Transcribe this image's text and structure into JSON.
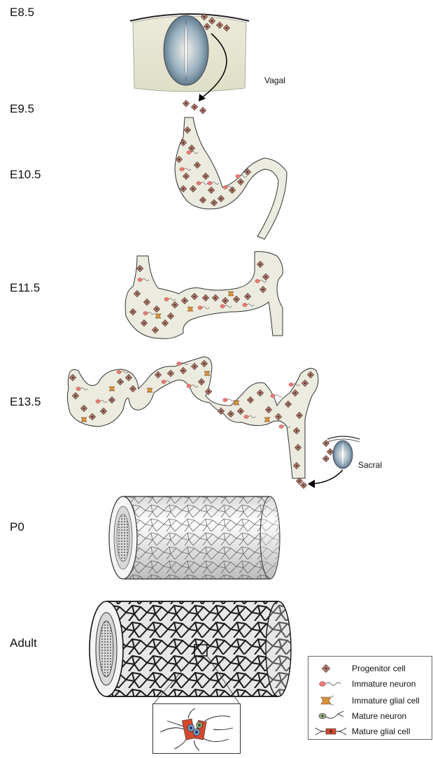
{
  "stages": [
    "E8.5",
    "E9.5",
    "E10.5",
    "E11.5",
    "E13.5",
    "P0",
    "Adult"
  ],
  "annotations": {
    "vagal": "Vagal",
    "sacral": "Sacral"
  },
  "legend": [
    {
      "icon": "progenitor-cell-icon",
      "label": "Progenitor cell"
    },
    {
      "icon": "immature-neuron-icon",
      "label": "Immature neuron"
    },
    {
      "icon": "immature-glial-cell-icon",
      "label": "Immature glial cell"
    },
    {
      "icon": "mature-neuron-icon",
      "label": "Mature neuron"
    },
    {
      "icon": "mature-glial-cell-icon",
      "label": "Mature glial cell"
    }
  ],
  "colors": {
    "gut_fill": "#ecebdf",
    "progenitor": "#b07a6c",
    "neuron": "#e77a72",
    "glia": "#d8923a",
    "neural_tube": "#8ea6b6",
    "mature_glia": "#d2492e"
  }
}
